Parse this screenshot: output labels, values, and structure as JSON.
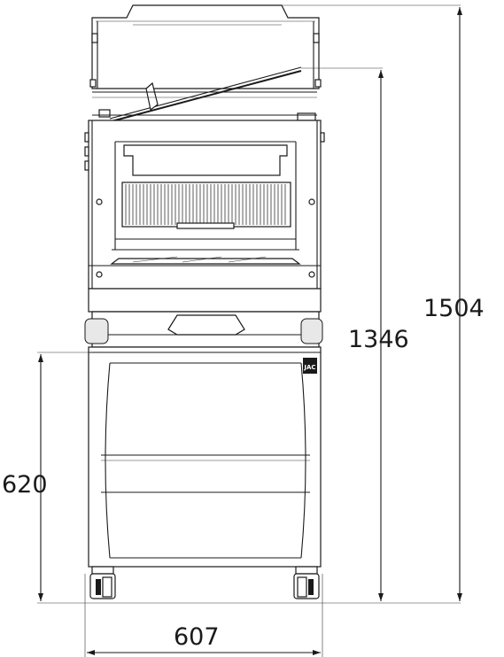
{
  "drawing": {
    "dimensions": {
      "total_height": "1504",
      "slicer_height": "1346",
      "stand_height": "620",
      "width": "607"
    },
    "logo_text": "JAC"
  }
}
